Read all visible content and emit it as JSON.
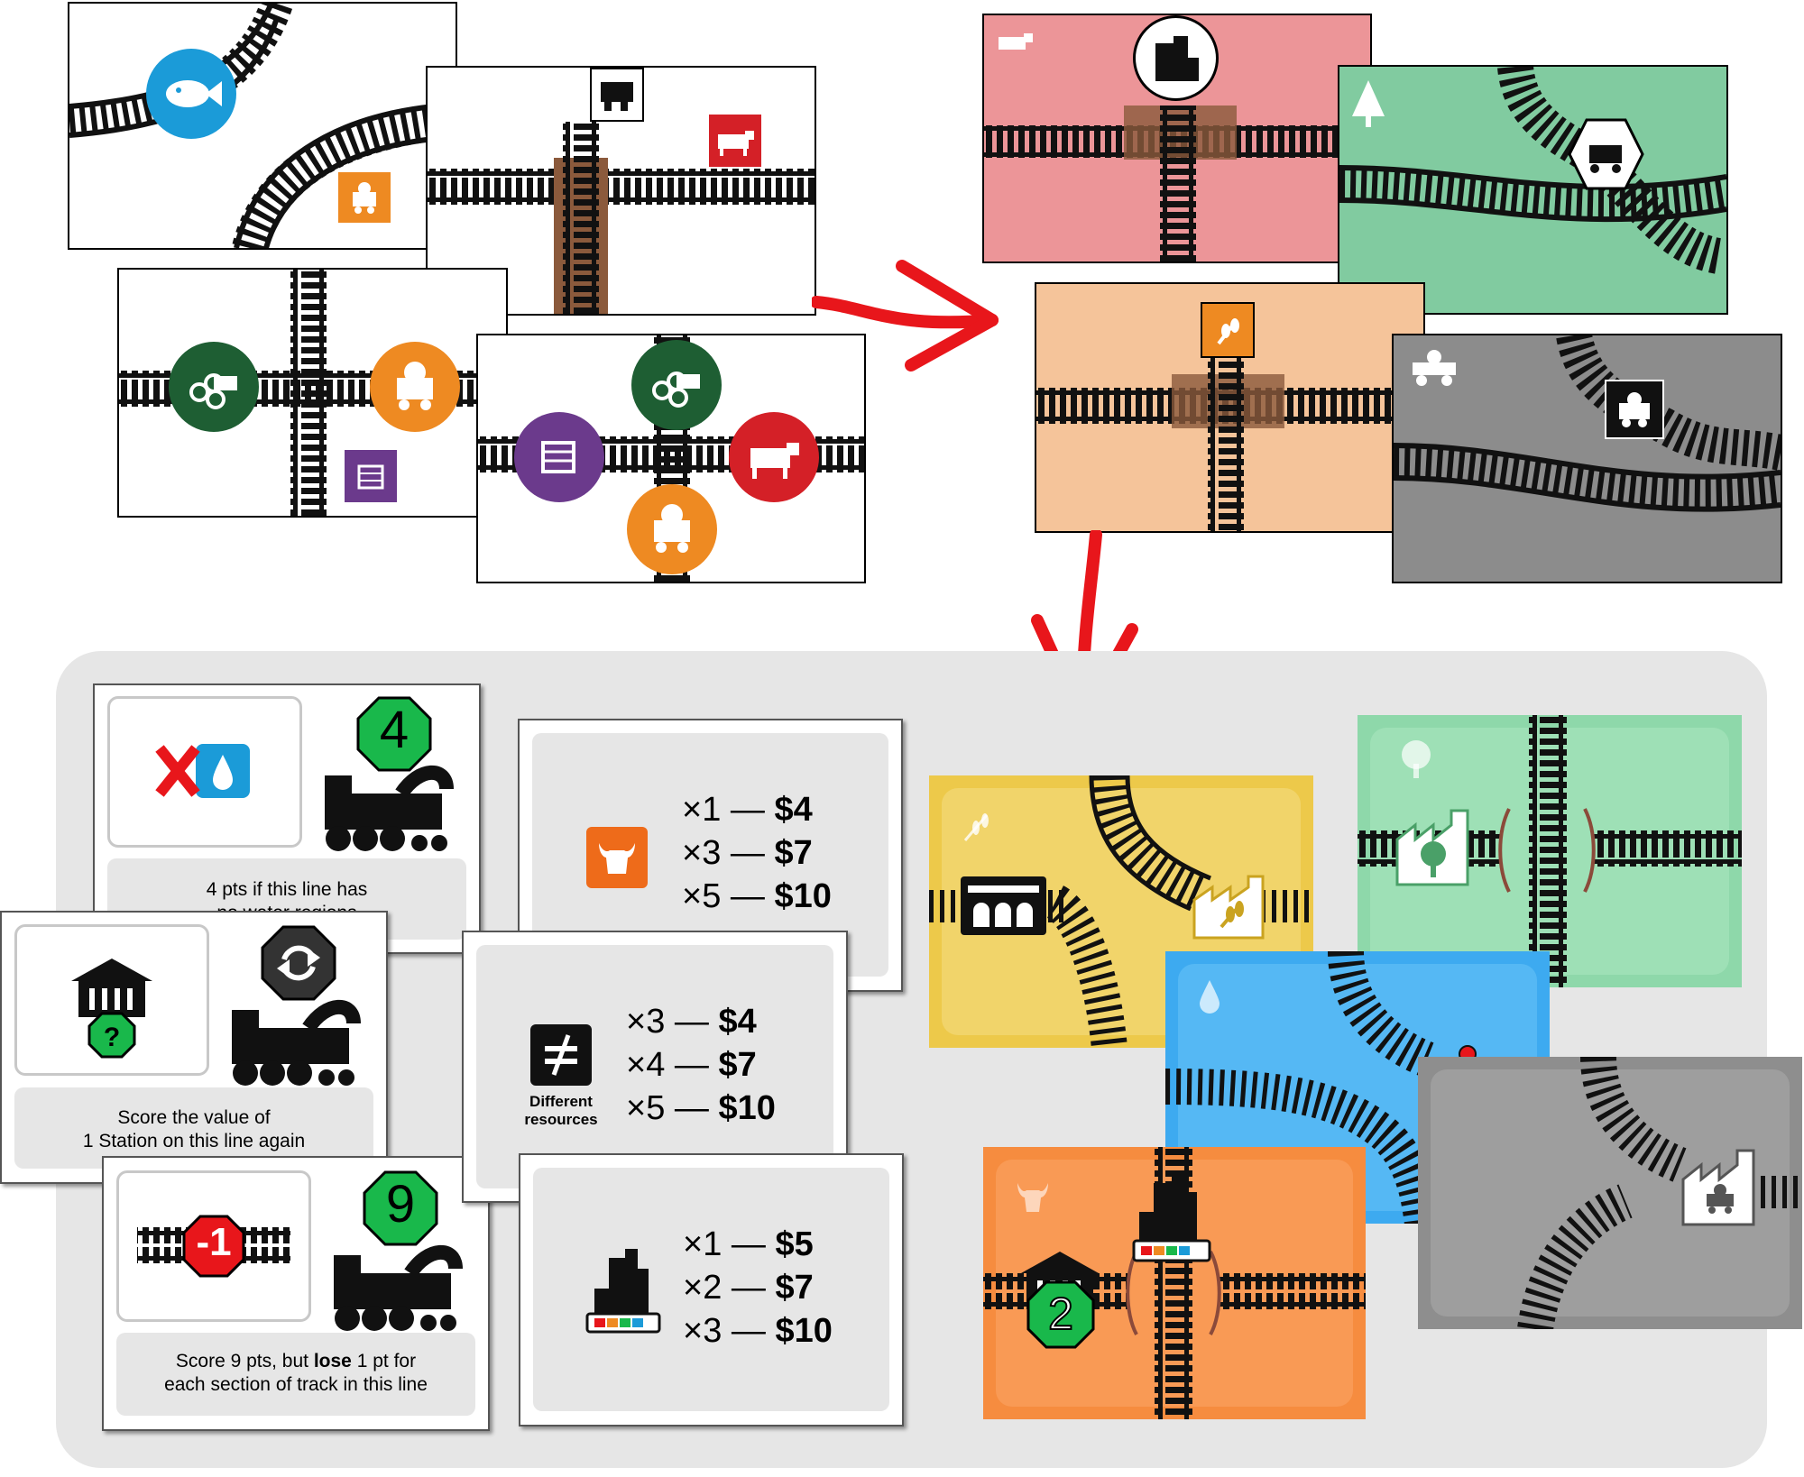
{
  "tray": {
    "background": "#e6e6e6"
  },
  "colors": {
    "arrow": "#e8161b",
    "track": "#111111",
    "cattle": "#d42027",
    "ore": "#ee8a22",
    "fish": "#1b9bd8",
    "timber": "#1e5e33",
    "goods": "#6b3a8c",
    "grain": "#f5c49a",
    "forest_proto": "#81cba0",
    "cattle_proto": "#ec9598",
    "mine_proto": "#8c8c8c",
    "grain_final": "#edc94a",
    "forest_final": "#8ed8aa",
    "water_final": "#3daaf0",
    "mine_final": "#8e8e8e",
    "cattle_final": "#f68c3f",
    "hex_green": "#19b84b"
  },
  "objective_cards": [
    {
      "number": "4",
      "text_line1": "4 pts if this line has",
      "text_line2": "no water regions",
      "icons": [
        "cross-icon",
        "water-drop-icon",
        "locomotive-icon"
      ]
    },
    {
      "number": "",
      "text_line1": "Score the value of",
      "text_line2": "1 Station on this line again",
      "icons": [
        "station-icon",
        "question-icon",
        "repeat-icon",
        "locomotive-icon"
      ]
    },
    {
      "number": "9",
      "penalty": "-1",
      "text_pre": "Score 9 pts, but ",
      "text_bold": "lose",
      "text_post": " 1 pt for",
      "text_line2": "each section of track in this line",
      "icons": [
        "track-icon",
        "locomotive-icon"
      ]
    }
  ],
  "contract_cards": [
    {
      "icon": "cattle-head-icon",
      "rows": [
        {
          "mult": "×1",
          "dash": "—",
          "price": "$4"
        },
        {
          "mult": "×3",
          "dash": "—",
          "price": "$7"
        },
        {
          "mult": "×5",
          "dash": "—",
          "price": "$10"
        }
      ]
    },
    {
      "icon": "not-equal-icon",
      "icon_label_1": "Different",
      "icon_label_2": "resources",
      "rows": [
        {
          "mult": "×3",
          "dash": "—",
          "price": "$4"
        },
        {
          "mult": "×4",
          "dash": "—",
          "price": "$7"
        },
        {
          "mult": "×5",
          "dash": "—",
          "price": "$10"
        }
      ]
    },
    {
      "icon": "city-icon",
      "rows": [
        {
          "mult": "×1",
          "dash": "—",
          "price": "$5"
        },
        {
          "mult": "×2",
          "dash": "—",
          "price": "$7"
        },
        {
          "mult": "×3",
          "dash": "—",
          "price": "$10"
        }
      ]
    }
  ],
  "final_tiles": [
    {
      "name": "grain"
    },
    {
      "name": "forest"
    },
    {
      "name": "water"
    },
    {
      "name": "mine"
    },
    {
      "name": "cattle",
      "station_value": "2"
    }
  ]
}
